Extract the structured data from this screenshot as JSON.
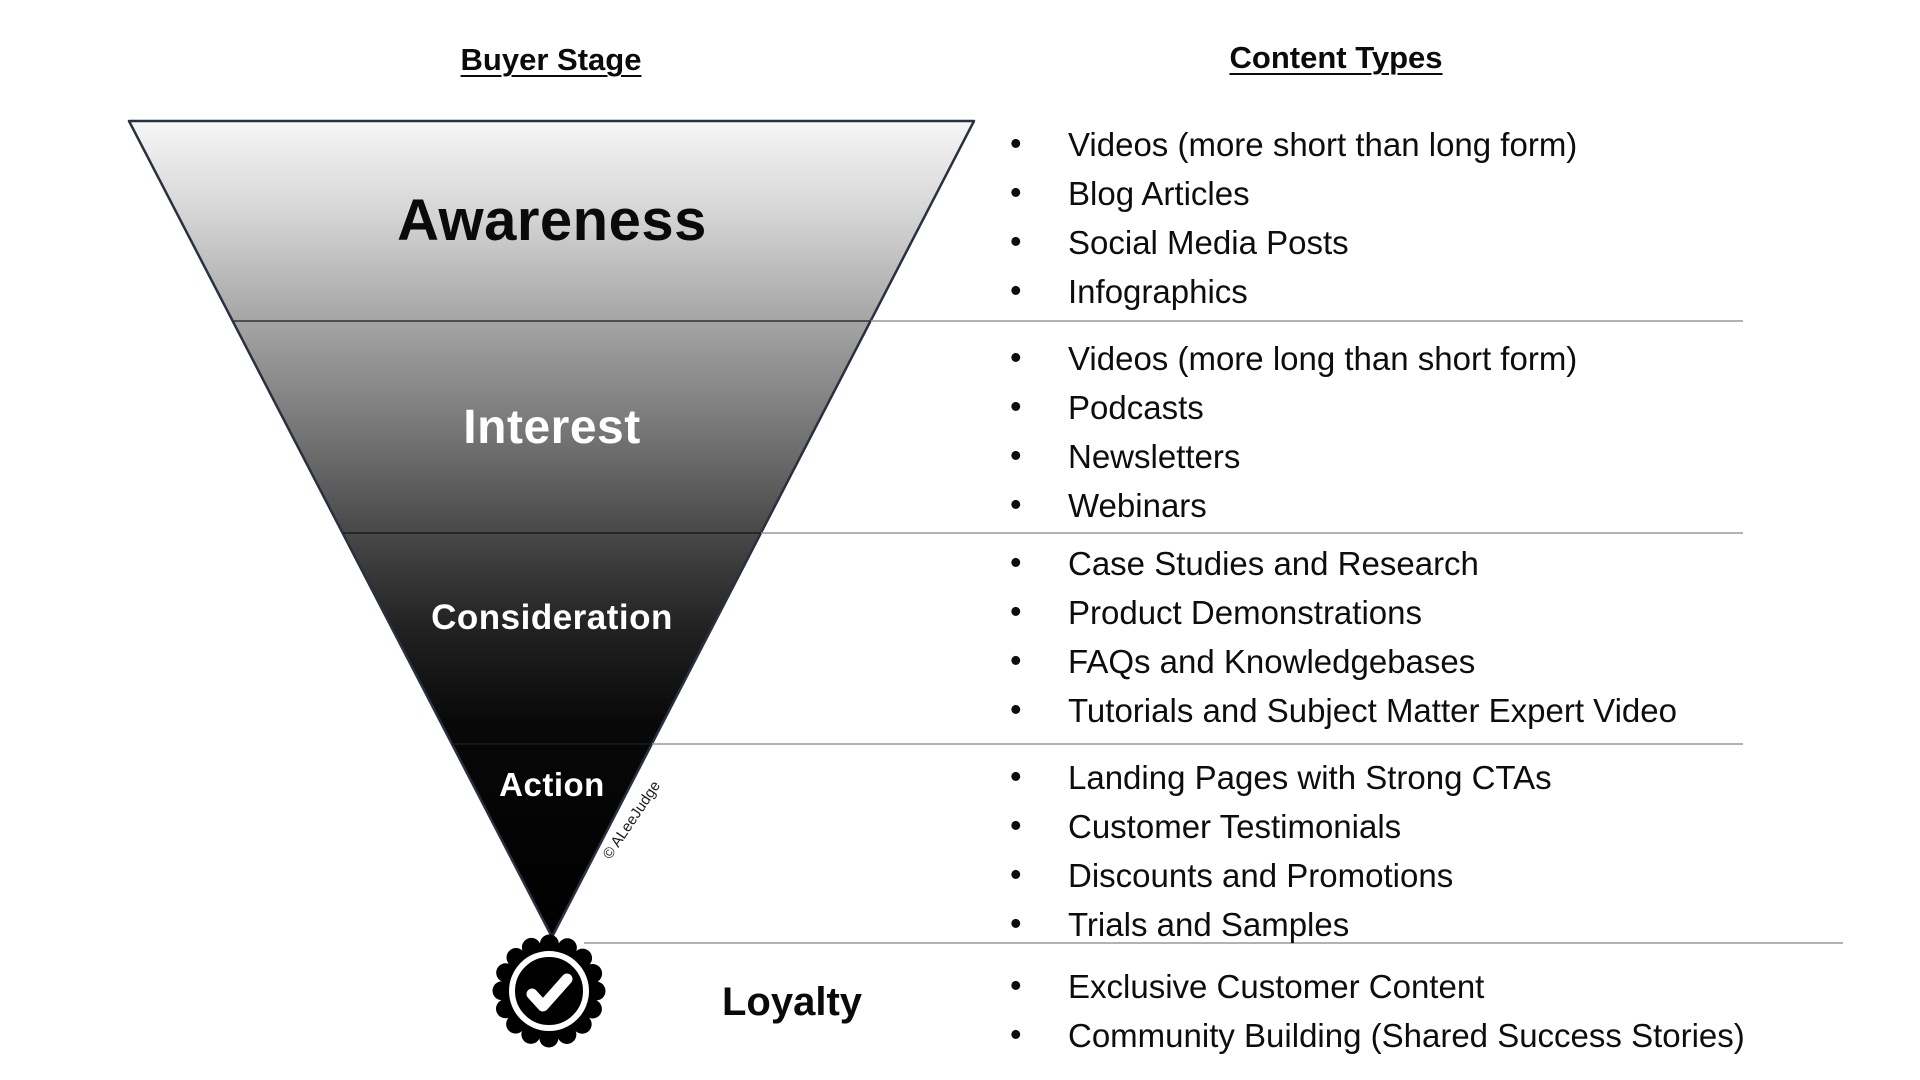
{
  "headers": {
    "left": "Buyer Stage",
    "right": "Content Types"
  },
  "funnel": {
    "stages": [
      {
        "label": "Awareness"
      },
      {
        "label": "Interest"
      },
      {
        "label": "Consideration"
      },
      {
        "label": "Action"
      }
    ],
    "loyalty": {
      "label": "Loyalty",
      "icon": "check-seal"
    },
    "watermark": "© ALeeJudge",
    "colors": {
      "gradient_top": "#f5f5f5",
      "gradient_bottom": "#000000",
      "edge_stroke": "#27313f",
      "divider_outside": "#999999",
      "divider_inside": "#333333",
      "badge": "#000000",
      "badge_check": "#ffffff"
    }
  },
  "sections": [
    {
      "stage": "Awareness",
      "items": [
        "Videos (more short than long form)",
        "Blog Articles",
        "Social Media Posts",
        "Infographics"
      ]
    },
    {
      "stage": "Interest",
      "items": [
        "Videos (more long than short form)",
        "Podcasts",
        "Newsletters",
        "Webinars"
      ]
    },
    {
      "stage": "Consideration",
      "items": [
        "Case Studies and Research",
        "Product Demonstrations",
        "FAQs and Knowledgebases",
        "Tutorials and Subject Matter Expert Video"
      ]
    },
    {
      "stage": "Action",
      "items": [
        "Landing Pages with Strong CTAs",
        "Customer Testimonials",
        "Discounts and Promotions",
        "Trials and Samples"
      ]
    },
    {
      "stage": "Loyalty",
      "items": [
        "Exclusive Customer Content",
        "Community Building (Shared Success Stories)"
      ]
    }
  ]
}
